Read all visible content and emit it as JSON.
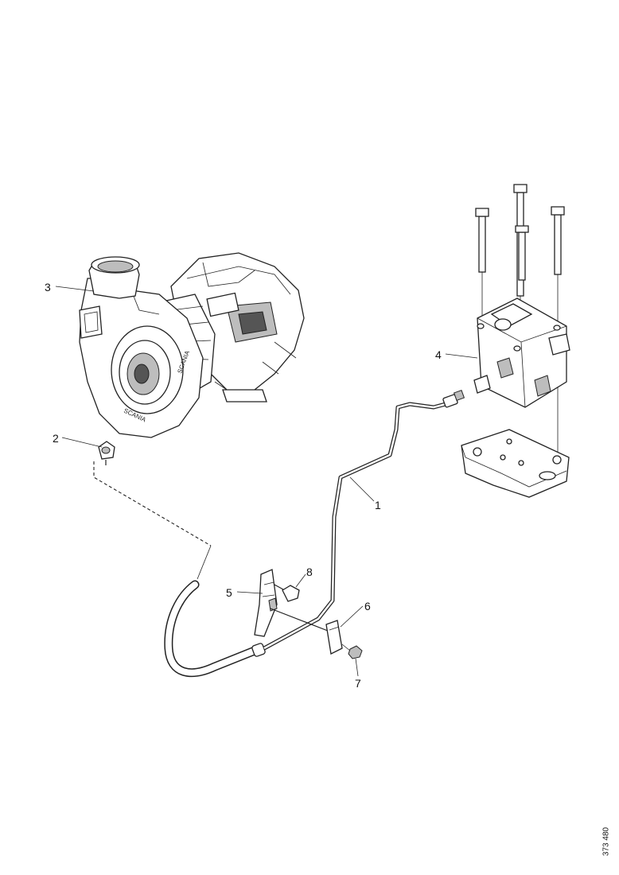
{
  "callouts": [
    {
      "id": "1",
      "label": "1"
    },
    {
      "id": "2",
      "label": "2"
    },
    {
      "id": "3",
      "label": "3"
    },
    {
      "id": "4",
      "label": "4"
    },
    {
      "id": "5",
      "label": "5"
    },
    {
      "id": "6",
      "label": "6"
    },
    {
      "id": "7",
      "label": "7"
    },
    {
      "id": "8",
      "label": "8"
    }
  ],
  "figure_id": "373 480",
  "turbo_housing_text": "SCANIA"
}
